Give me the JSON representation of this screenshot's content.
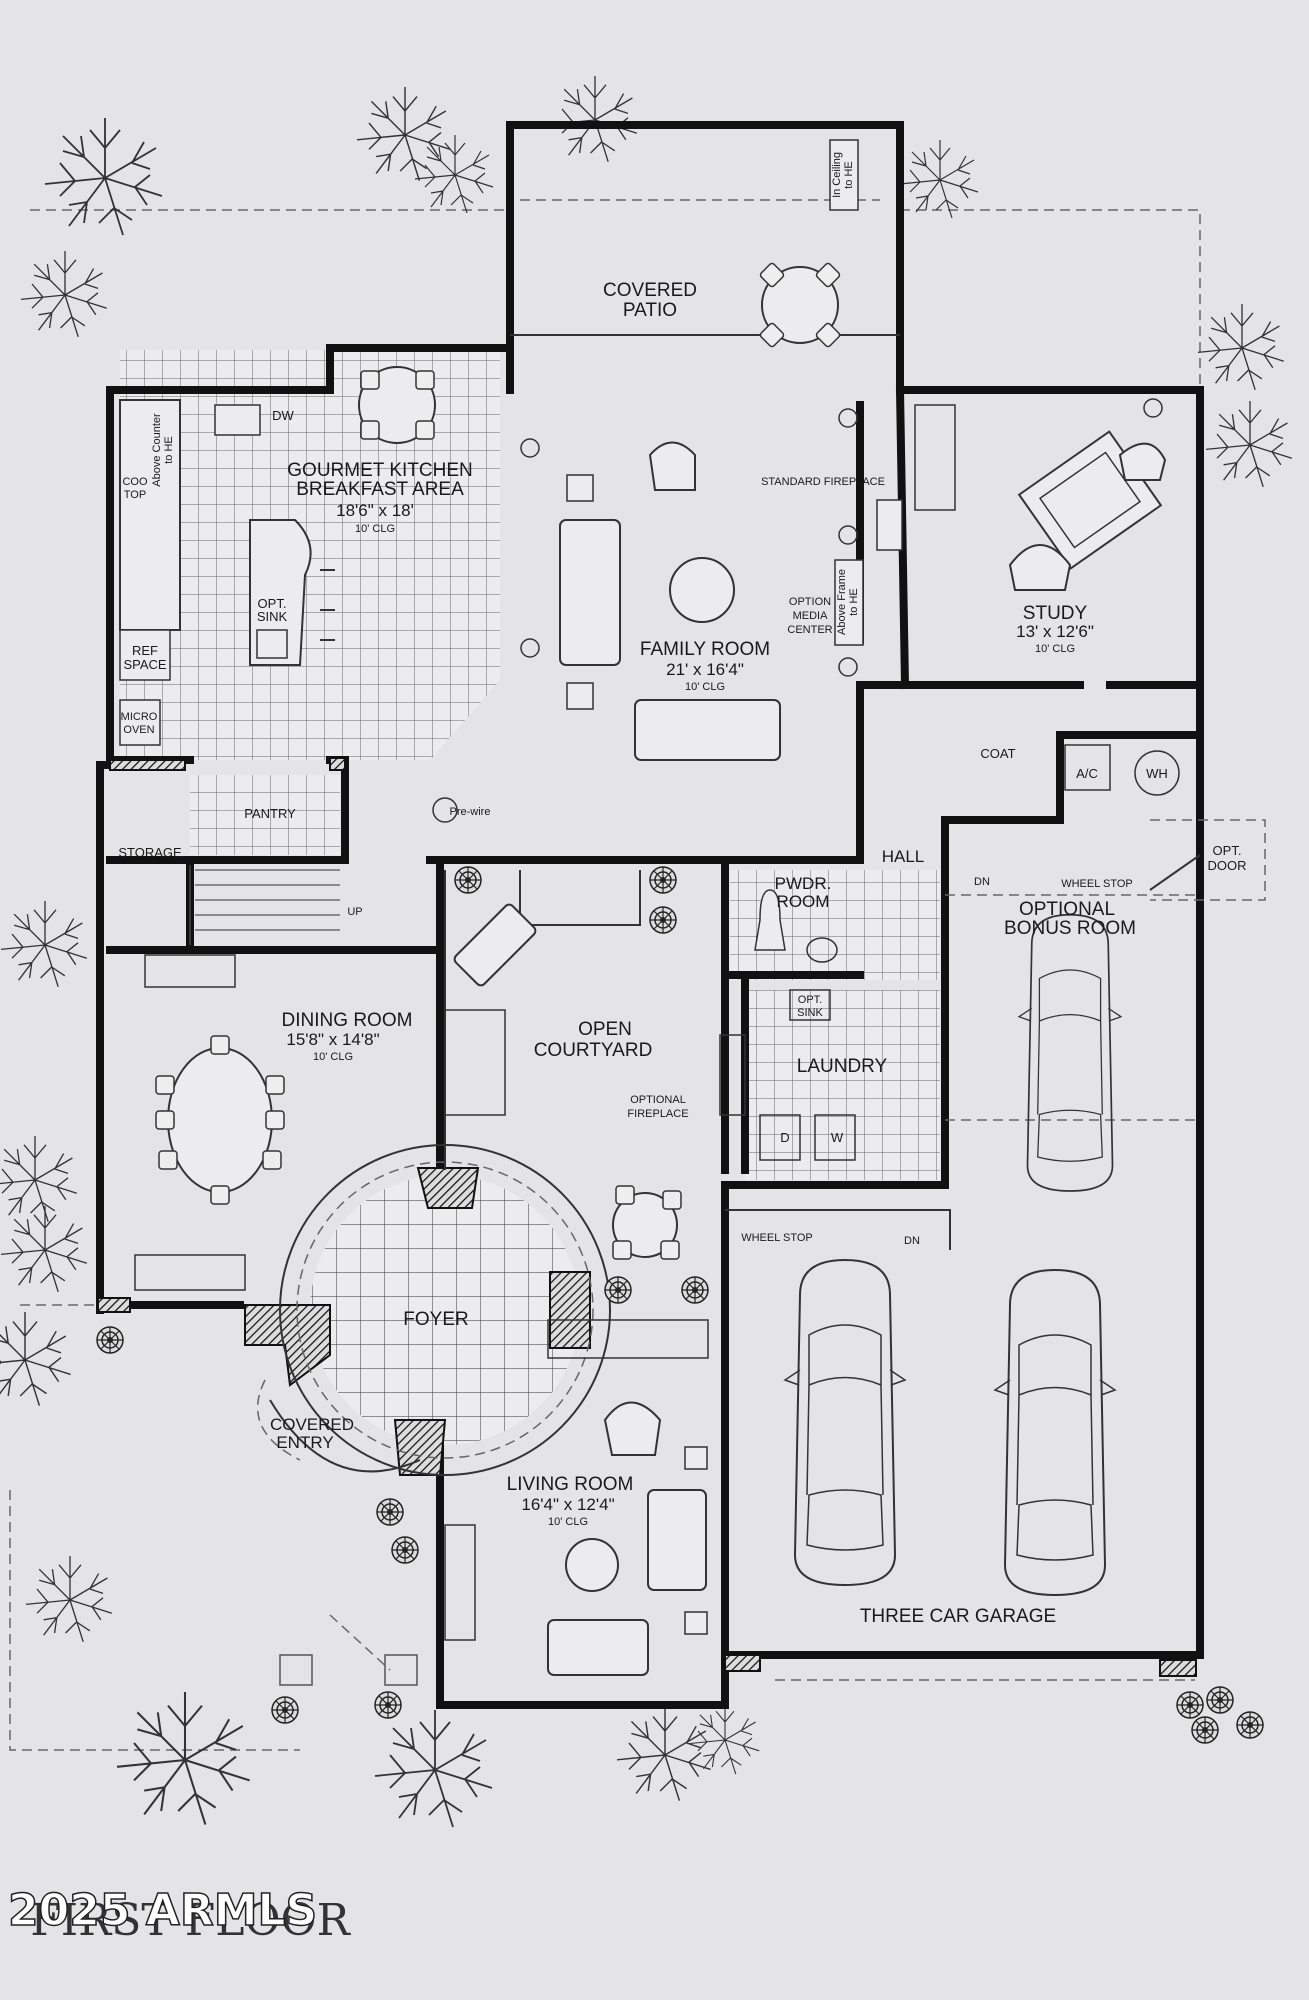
{
  "rooms": {
    "covered_patio": [
      "COVERED",
      "PATIO"
    ],
    "kitchen": {
      "name": [
        "GOURMET KITCHEN",
        "BREAKFAST AREA"
      ],
      "dims": "18'6\" x 18'",
      "clg": "10' CLG"
    },
    "family_room": {
      "name": "FAMILY ROOM",
      "dims": "21' x 16'4\"",
      "clg": "10' CLG"
    },
    "study": {
      "name": "STUDY",
      "dims": "13' x 12'6\"",
      "clg": "10' CLG"
    },
    "dining_room": {
      "name": "DINING ROOM",
      "dims": "15'8\" x 14'8\"",
      "clg": "10' CLG"
    },
    "open_courtyard": [
      "OPEN",
      "COURTYARD"
    ],
    "living_room": {
      "name": "LIVING ROOM",
      "dims": "16'4\" x 12'4\"",
      "clg": "10' CLG"
    },
    "foyer": "FOYER",
    "covered_entry": [
      "COVERED",
      "ENTRY"
    ],
    "pantry": "PANTRY",
    "storage": "STORAGE",
    "hall": "HALL",
    "coat": "COAT",
    "powder_room": [
      "PWDR.",
      "ROOM"
    ],
    "laundry": "LAUNDRY",
    "bonus_room": [
      "OPTIONAL",
      "BONUS ROOM"
    ],
    "garage": "THREE CAR GARAGE"
  },
  "fixtures": {
    "dw": "DW",
    "cooktop": [
      "COO",
      "TOP"
    ],
    "ref_space": [
      "REF",
      "SPACE"
    ],
    "micro_oven": [
      "MICRO",
      "OVEN"
    ],
    "opt_sink": [
      "OPT.",
      "SINK"
    ],
    "laundry_sink": [
      "OPT.",
      "SINK"
    ],
    "washer": "W",
    "dryer": "D",
    "ac": "A/C",
    "wh": "WH",
    "standard_fireplace": "STANDARD FIREPLACE",
    "option_media_center": [
      "OPTION",
      "MEDIA",
      "CENTER"
    ],
    "optional_fireplace": [
      "OPTIONAL",
      "FIREPLACE"
    ],
    "opt_door": [
      "OPT.",
      "DOOR"
    ],
    "wheel_stop_bonus": "WHEEL STOP",
    "wheel_stop_garage": "WHEEL STOP",
    "dn_bonus": "DN",
    "dn_garage": "DN",
    "up": "UP",
    "above_counter": [
      "Above Counter",
      "to HE"
    ],
    "above_frame": [
      "Above Frame",
      "to HE"
    ],
    "in_ceiling": [
      "In Ceiling",
      "to HE"
    ],
    "pre_wire": "Pre-wire"
  },
  "watermark": "2025 ARMLS",
  "sheet_title": "FIRST FLOOR"
}
